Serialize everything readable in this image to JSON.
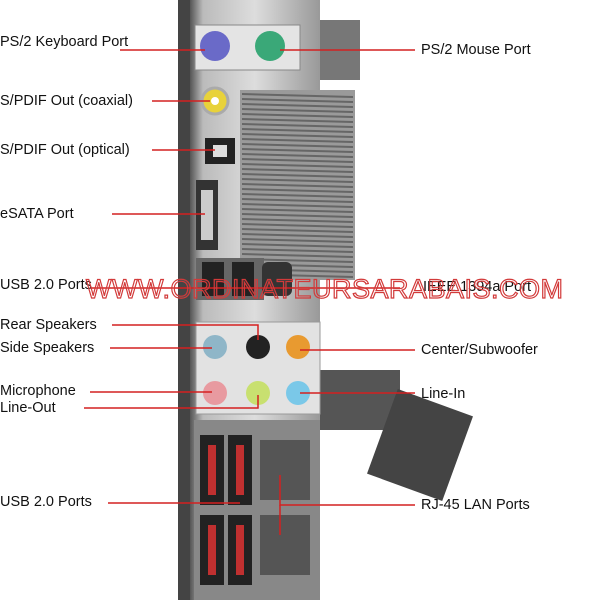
{
  "labels": {
    "ps2_keyboard": "PS/2 Keyboard Port",
    "ps2_mouse": "PS/2 Mouse Port",
    "spdif_coaxial": "S/PDIF Out (coaxial)",
    "spdif_optical": "S/PDIF Out (optical)",
    "esata": "eSATA Port",
    "usb_top": "USB 2.0 Ports",
    "ieee1394": "IEEE 1394a Port",
    "rear_speakers": "Rear Speakers",
    "side_speakers": "Side Speakers",
    "center_sub": "Center/Subwoofer",
    "microphone": "Microphone",
    "line_in": "Line-In",
    "line_out": "Line-Out",
    "usb_bottom": "USB 2.0 Ports",
    "rj45": "RJ-45 LAN Ports"
  },
  "watermark": "WWW.ORDINATEURSARABAIS.COM",
  "colors": {
    "leader_line": "#d42020",
    "ps2_keyboard": "#6a6ac8",
    "ps2_mouse": "#3aa878",
    "coax": "#e8d23a",
    "side": "#8fb6c8",
    "rear": "#222222",
    "center": "#e89a30",
    "mic": "#e89aa0",
    "line_out": "#c8e070",
    "line_in": "#7ac8e8"
  }
}
